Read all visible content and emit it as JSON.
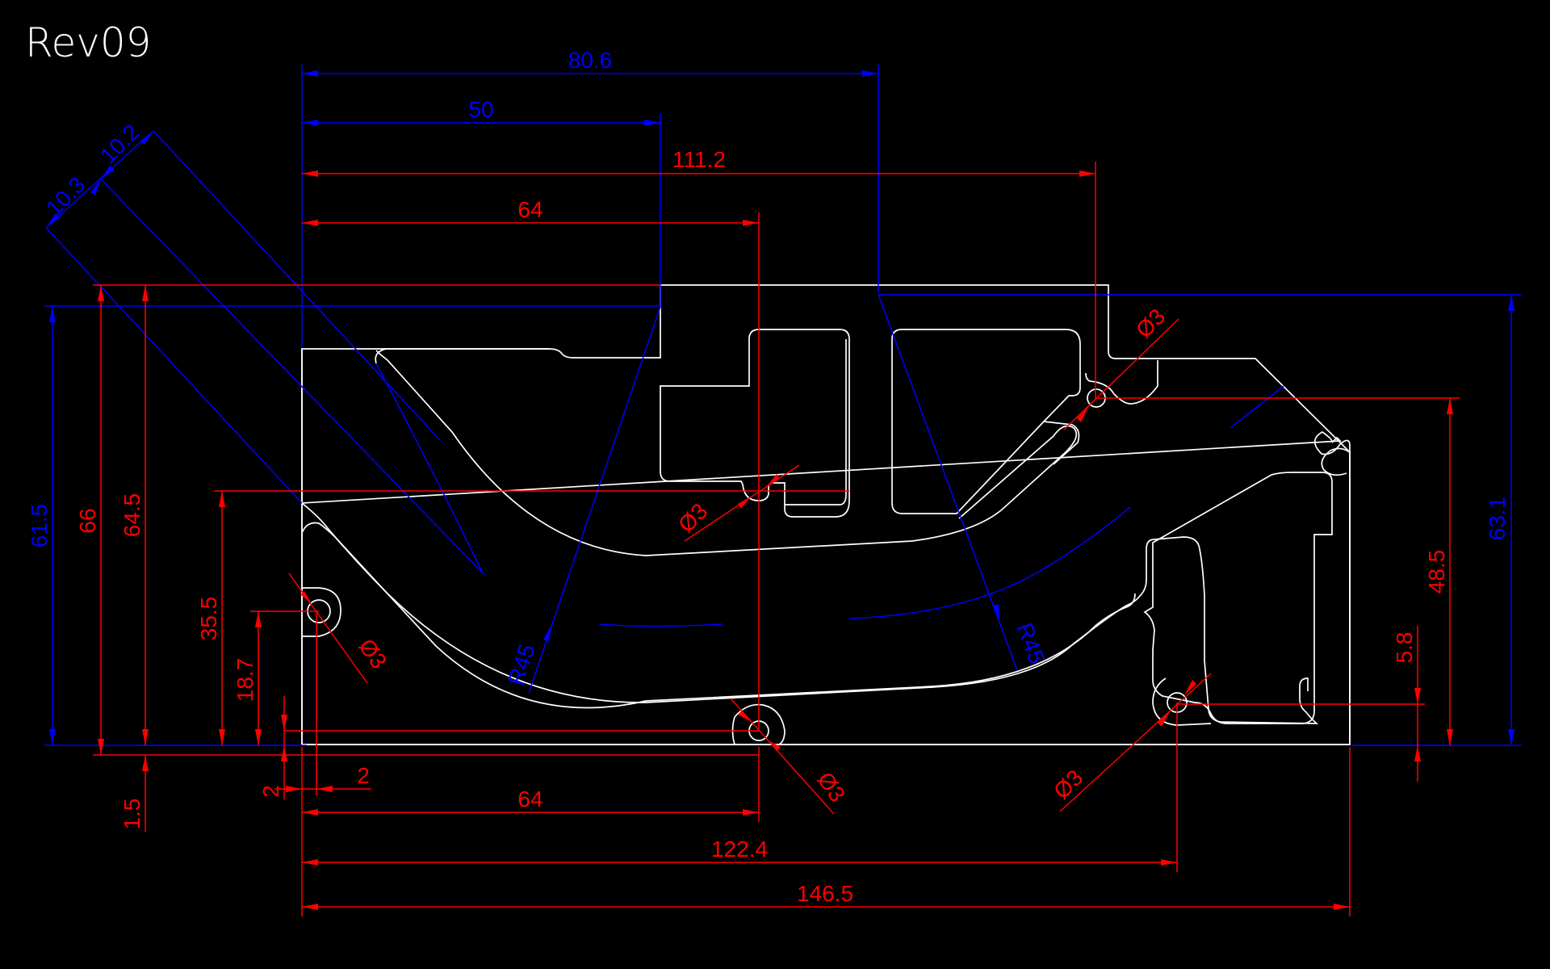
{
  "title": "Rev09",
  "dims": {
    "d80_6": "80.6",
    "d50": "50",
    "d111_2": "111.2",
    "d64_top": "64",
    "d10_2": "10.2",
    "d10_3": "10.3",
    "d61_5": "61.5",
    "d66": "66",
    "d64_5": "64.5",
    "d35_5": "35.5",
    "d18_7": "18.7",
    "d1_5": "1.5",
    "d2_v": "2",
    "d2_h": "2",
    "d64_bot": "64",
    "d122_4": "122.4",
    "d146_5": "146.5",
    "d48_5": "48.5",
    "d63_1": "63.1",
    "d5_8": "5.8",
    "r45_left": "R45",
    "r45_right": "R45",
    "phi_top": "Ø3",
    "phi_mid": "Ø3",
    "phi_left": "Ø3",
    "phi_bot": "Ø3",
    "phi_right": "Ø3"
  },
  "colors": {
    "background": "#000000",
    "outline": "#ffffff",
    "dimension_red": "#ff0000",
    "dimension_blue": "#0000ff"
  }
}
